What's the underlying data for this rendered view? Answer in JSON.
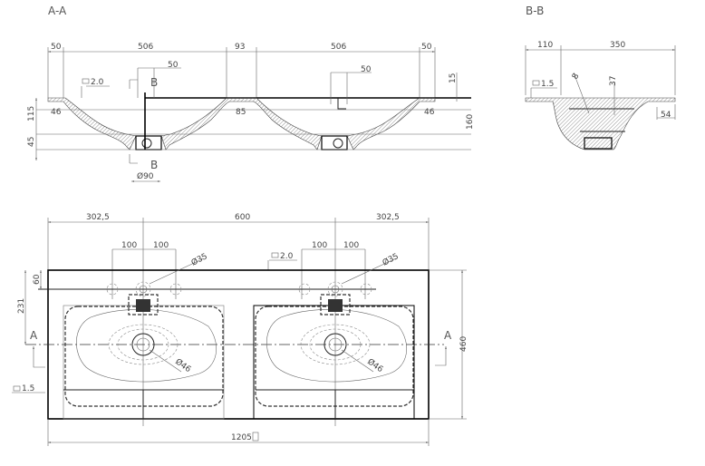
{
  "section_aa": {
    "title": "A-A",
    "dims": {
      "flange_left": "50",
      "bowl_left": "506",
      "middle": "93",
      "bowl_right": "506",
      "flange_right": "50",
      "tap_offset_left": "50",
      "tap_offset_right": "50",
      "wall_thickness": "2.0",
      "depth_upper": "115",
      "depth_lower": "45",
      "rim_left": "46",
      "middle_rim": "85",
      "rim_right": "46",
      "top_thickness": "15",
      "total_height": "160",
      "drain_diameter": "Ø90"
    },
    "section_marker": "B"
  },
  "section_bb": {
    "title": "B-B",
    "dims": {
      "back": "110",
      "depth": "350",
      "wall_thickness": "1.5",
      "depth_small": "37",
      "radius": "8",
      "front_rim": "54"
    }
  },
  "plan_view": {
    "dims": {
      "left_offset": "302,5",
      "center_distance": "600",
      "right_offset": "302,5",
      "hole_spacing": [
        "100",
        "100",
        "100",
        "100"
      ],
      "tap_hole": "Ø35",
      "drain": "Ø46",
      "flatness_top": "2.0",
      "flatness_side": "1.5",
      "hole_from_back": "60",
      "axis_from_back": "231",
      "depth": "460",
      "width": "1205"
    },
    "section_marker": "A"
  }
}
